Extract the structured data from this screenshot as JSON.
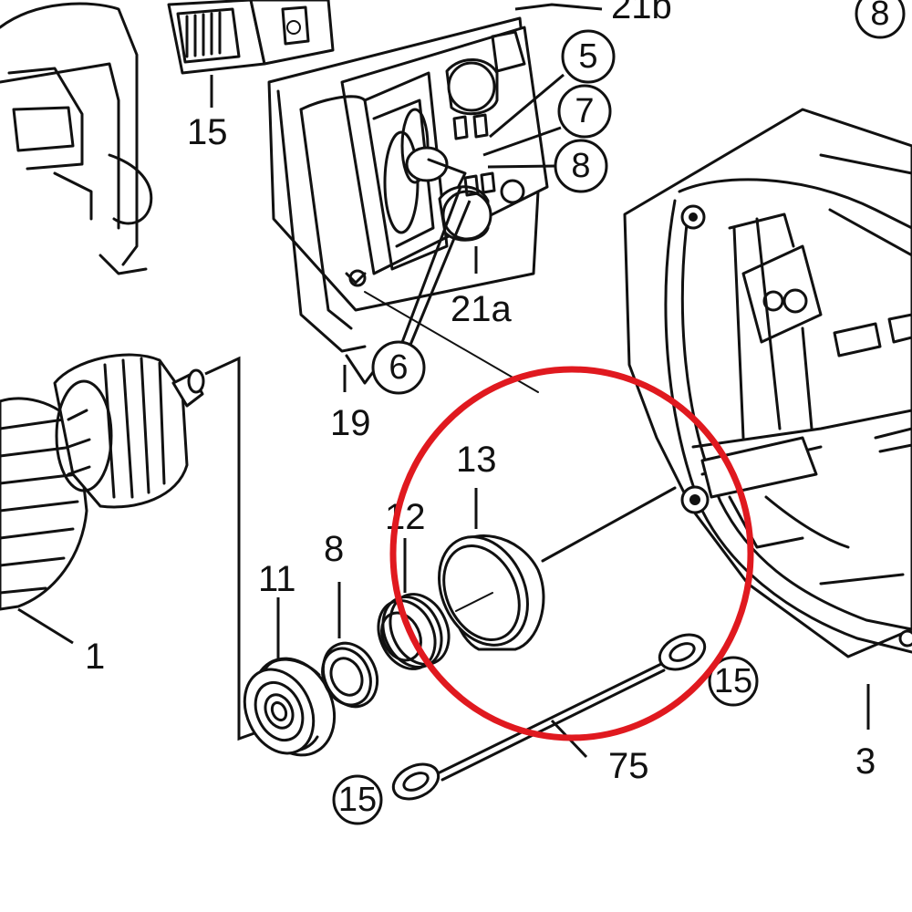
{
  "parts": {
    "top_right_8": "8",
    "switch_15": "15",
    "brush_21b": "21b",
    "contact_5": "5",
    "contact_7": "7",
    "contact_8": "8",
    "brush_21a": "21a",
    "connector_6": "6",
    "holder_19": "19",
    "armature_1": "1",
    "bearing_11": "11",
    "washer_8": "8",
    "spring_12": "12",
    "sleeve_13": "13",
    "wire_75": "75",
    "terminal_15_right": "15",
    "terminal_15_left": "15",
    "housing_3": "3"
  },
  "colors": {
    "line": "#111111",
    "highlight": "#e0191f",
    "background": "#ffffff"
  }
}
